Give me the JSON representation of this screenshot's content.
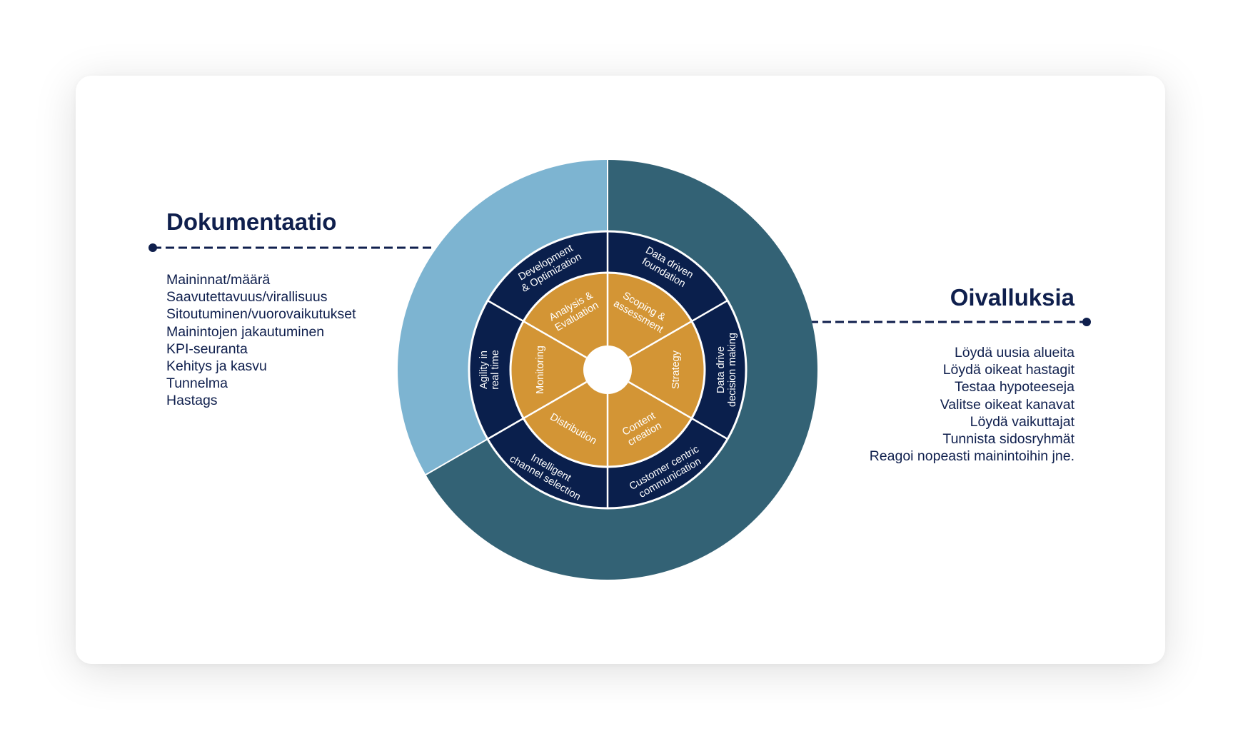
{
  "left_panel": {
    "title": "Dokumentaatio",
    "items": [
      "Maininnat/määrä",
      "Saavutettavuus/virallisuus",
      "Sitoutuminen/vuorovaikutukset",
      "Mainintojen jakautuminen",
      "KPI-seuranta",
      "Kehitys ja kasvu",
      "Tunnelma",
      "Hastags"
    ]
  },
  "right_panel": {
    "title": "Oivalluksia",
    "items": [
      "Löydä uusia alueita",
      "Löydä oikeat hastagit",
      "Testaa hypoteeseja",
      "Valitse oikeat kanavat",
      "Löydä vaikuttajat",
      "Tunnista sidosryhmät",
      "Reagoi nopeasti mainintoihin jne."
    ]
  },
  "wheel": {
    "colors": {
      "outer_light": "#7db4d1",
      "outer_dark": "#336275",
      "middle_ring": "#0a1f4c",
      "inner_ring": "#d39535",
      "center": "#ffffff",
      "text_dark": "#0f1f4d"
    },
    "middle_segments": [
      {
        "lines": [
          "Data driven",
          "foundation"
        ]
      },
      {
        "lines": [
          "Data drive",
          "decision making"
        ]
      },
      {
        "lines": [
          "Customer centric",
          "communication"
        ]
      },
      {
        "lines": [
          "Intelligent",
          "channel selection"
        ]
      },
      {
        "lines": [
          "Agility in",
          "real time"
        ]
      },
      {
        "lines": [
          "Development",
          "& Optimization"
        ]
      }
    ],
    "inner_segments": [
      {
        "lines": [
          "Scoping &",
          "assessment"
        ]
      },
      {
        "lines": [
          "Strategy"
        ]
      },
      {
        "lines": [
          "Content",
          "creation"
        ]
      },
      {
        "lines": [
          "Distribution"
        ]
      },
      {
        "lines": [
          "Monitoring"
        ]
      },
      {
        "lines": [
          "Analysis &",
          "Evaluation"
        ]
      }
    ]
  }
}
